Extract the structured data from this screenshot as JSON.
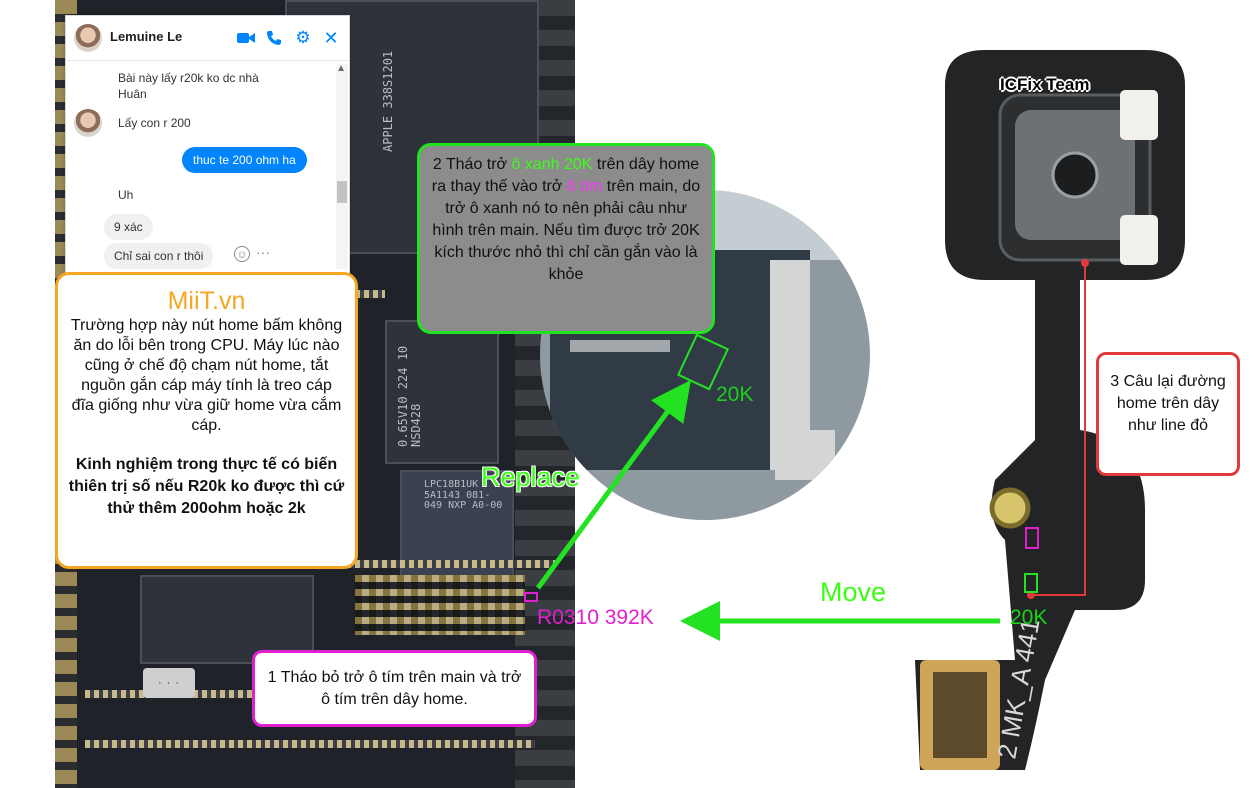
{
  "chat": {
    "contact_name": "Lemuine Le",
    "messages": [
      {
        "from": "contact",
        "text": "Bài này lấy r20k ko dc nhà Huân"
      },
      {
        "from": "contact",
        "text": "Lấy con r 200"
      },
      {
        "from": "me",
        "text": "thuc te 200 ohm ha"
      },
      {
        "from": "contact",
        "text": "Uh"
      },
      {
        "from": "contact",
        "text": "9 xác"
      },
      {
        "from": "contact",
        "text": "Chỉ sai con r thôi"
      }
    ],
    "icons": [
      "video-call-icon",
      "phone-icon",
      "gear-icon",
      "close-icon",
      "emoji-icon",
      "more-icon"
    ]
  },
  "note_miit": {
    "brand": "MiiT.vn",
    "body": "Trường hợp này nút home bấm không ăn do lỗi bên trong CPU. Máy lúc nào cũng ở chế độ chạm nút home, tắt nguồn gắn cáp máy tính là treo cáp đĩa giống như vừa giữ home vừa cắm cáp.",
    "bold": "Kinh nghiệm trong thực tế có biến thiên trị số nếu R20k ko được thì cứ thử thêm 200ohm hoặc 2k"
  },
  "step2": {
    "part1": "2 Tháo trở ",
    "green": "ô xanh 20K",
    "part2": " trên dây home ra thay thế vào trở ",
    "magenta": "ô tím",
    "part3": " trên main, do trở ô xanh nó to nên phải câu như hình trên main. Nếu tìm được trở 20K kích thước nhỏ thì chỉ cần gắn vào là khỏe"
  },
  "step3": {
    "text": "3 Câu lại đường home trên dây như line đỏ"
  },
  "step1": {
    "text": "1 Tháo bỏ trở ô tím trên main và trở ô tím trên dây home."
  },
  "labels": {
    "zoom_20k": "20K",
    "replace": "Replace",
    "move": "Move",
    "r0310": "R0310 392K",
    "flex_20k": "20K",
    "icfix": "ICFix Team"
  },
  "board_markings": {
    "apple_chip": "APPLE 338S1201",
    "pmic": "0.65V10 224 10 NSD428",
    "nxp": "LPC18B1UK 5A1143 081-049 NXP A0-00",
    "cable": "2 MK_A 441"
  },
  "colors": {
    "orange": "#f5a623",
    "green": "#22e222",
    "magenta": "#e020d0",
    "red": "#e23a3a",
    "messenger_blue": "#0084ff"
  }
}
